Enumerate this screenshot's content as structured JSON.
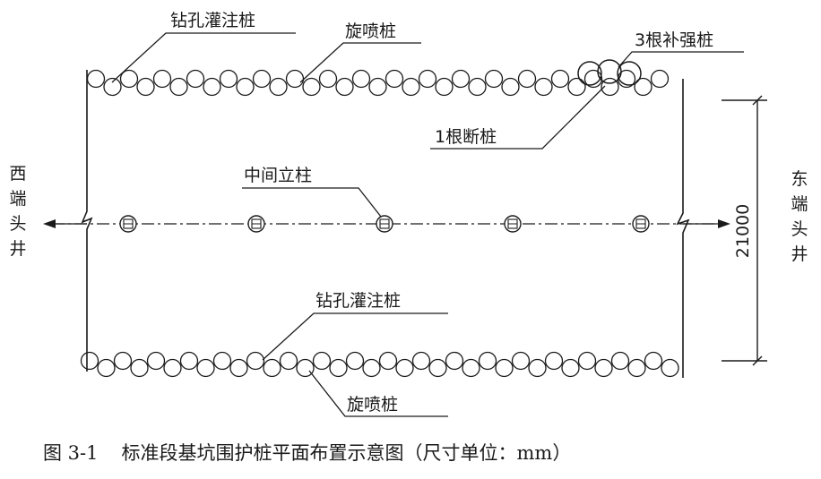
{
  "labels": {
    "bored_pile_top": "钻孔灌注桩",
    "jet_pile_top": "旋喷桩",
    "reinforce_piles": "3根补强桩",
    "broken_pile": "1根断桩",
    "middle_column": "中间立柱",
    "bored_pile_bottom": "钻孔灌注桩",
    "jet_pile_bottom": "旋喷桩",
    "west_well": "西端头井",
    "east_well": "东端头井"
  },
  "dimension": {
    "value": "21000"
  },
  "caption": {
    "number": "图 3-1",
    "title": "标准段基坑围护桩平面布置示意图（尺寸单位：mm）"
  },
  "counts": {
    "middle_columns": 5
  }
}
